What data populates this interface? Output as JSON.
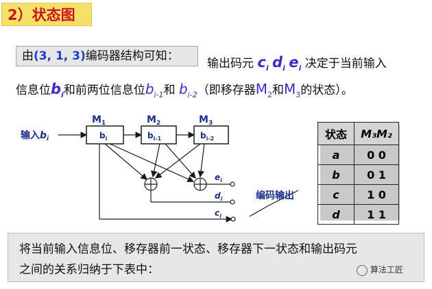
{
  "title": "2）状态图",
  "intro": {
    "prefix": "由",
    "code": "(3, 1, 3)",
    "suffix": "编码器结构可知："
  },
  "line1": {
    "prefix": "输出码元",
    "c": "c",
    "c_sub": "i",
    "d": "d",
    "d_sub": "i",
    "e": "e",
    "e_sub": "i",
    "suffix": "决定于当前输入"
  },
  "line2": {
    "prefix": "信息位",
    "b": "b",
    "b_sub": "i",
    "mid1": "和前两位信息位",
    "b1": "b",
    "b1_sub": "i-1",
    "mid2": "和",
    "b2": "b",
    "b2_sub": "i-2",
    "mid3": "（即移存器",
    "m2": "M",
    "m2_sub": "2",
    "mid4": "和",
    "m3": "M",
    "m3_sub": "3",
    "suffix": "的状态）。"
  },
  "diagram": {
    "input_label": "输入",
    "input_var": "b",
    "input_sub": "i",
    "registers": [
      {
        "name": "M",
        "sub": "1",
        "content": "b",
        "csub": "i"
      },
      {
        "name": "M",
        "sub": "2",
        "content": "b",
        "csub": "i-1"
      },
      {
        "name": "M",
        "sub": "3",
        "content": "b",
        "csub": "i-2"
      }
    ],
    "outputs": [
      {
        "name": "e",
        "sub": "i"
      },
      {
        "name": "d",
        "sub": "i"
      },
      {
        "name": "c",
        "sub": "i"
      }
    ],
    "output_label": "编码输出"
  },
  "state_table": {
    "header_state": "状态",
    "header_value": "M₃M₂",
    "rows": [
      {
        "state": "a",
        "value": "0 0"
      },
      {
        "state": "b",
        "value": "0 1"
      },
      {
        "state": "c",
        "value": "1 0"
      },
      {
        "state": "d",
        "value": "1 1"
      }
    ]
  },
  "bottom_text": {
    "line1": "将当前输入信息位、移存器前一状态、移存器下一状态和输出码元",
    "line2": "之间的关系归纳于下表中："
  },
  "watermark": "算法工匠",
  "colors": {
    "title_bg": "#f7e06a",
    "title_text": "#c8161d",
    "accent_blue": "#1f3cc8",
    "diagram_blue": "#1c2f8c"
  }
}
